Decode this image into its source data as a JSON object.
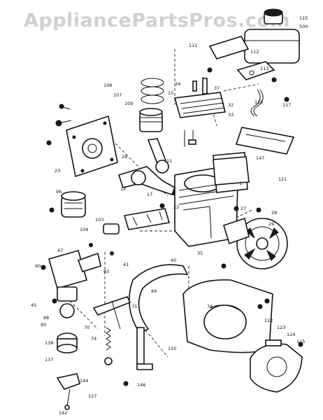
{
  "watermark": "AppliancePartsPros.com",
  "labels": [
    {
      "t": "115"
    },
    {
      "t": "500"
    },
    {
      "t": "111"
    },
    {
      "t": "112"
    },
    {
      "t": "113"
    },
    {
      "t": "109"
    },
    {
      "t": "107"
    },
    {
      "t": "108"
    },
    {
      "t": "15"
    },
    {
      "t": "32"
    },
    {
      "t": "33"
    },
    {
      "t": "37"
    },
    {
      "t": "34"
    },
    {
      "t": "116"
    },
    {
      "t": "117"
    },
    {
      "t": "23"
    },
    {
      "t": "26"
    },
    {
      "t": "11"
    },
    {
      "t": "17"
    },
    {
      "t": "12"
    },
    {
      "t": "1"
    },
    {
      "t": "121"
    },
    {
      "t": "147"
    },
    {
      "t": "22"
    },
    {
      "t": "96"
    },
    {
      "t": "103"
    },
    {
      "t": "104"
    },
    {
      "t": "27"
    },
    {
      "t": "29"
    },
    {
      "t": "40"
    },
    {
      "t": "41"
    },
    {
      "t": "35"
    },
    {
      "t": "28"
    },
    {
      "t": "45"
    },
    {
      "t": "83"
    },
    {
      "t": "60"
    },
    {
      "t": "84"
    },
    {
      "t": "122"
    },
    {
      "t": "123"
    },
    {
      "t": "124"
    },
    {
      "t": "125"
    },
    {
      "t": "137"
    },
    {
      "t": "138"
    },
    {
      "t": "75"
    },
    {
      "t": "76"
    },
    {
      "t": "146"
    },
    {
      "t": "144"
    },
    {
      "t": "142"
    },
    {
      "t": "127"
    },
    {
      "t": "74"
    },
    {
      "t": "70"
    },
    {
      "t": "150"
    },
    {
      "t": "88"
    },
    {
      "t": "90"
    },
    {
      "t": "47"
    }
  ]
}
